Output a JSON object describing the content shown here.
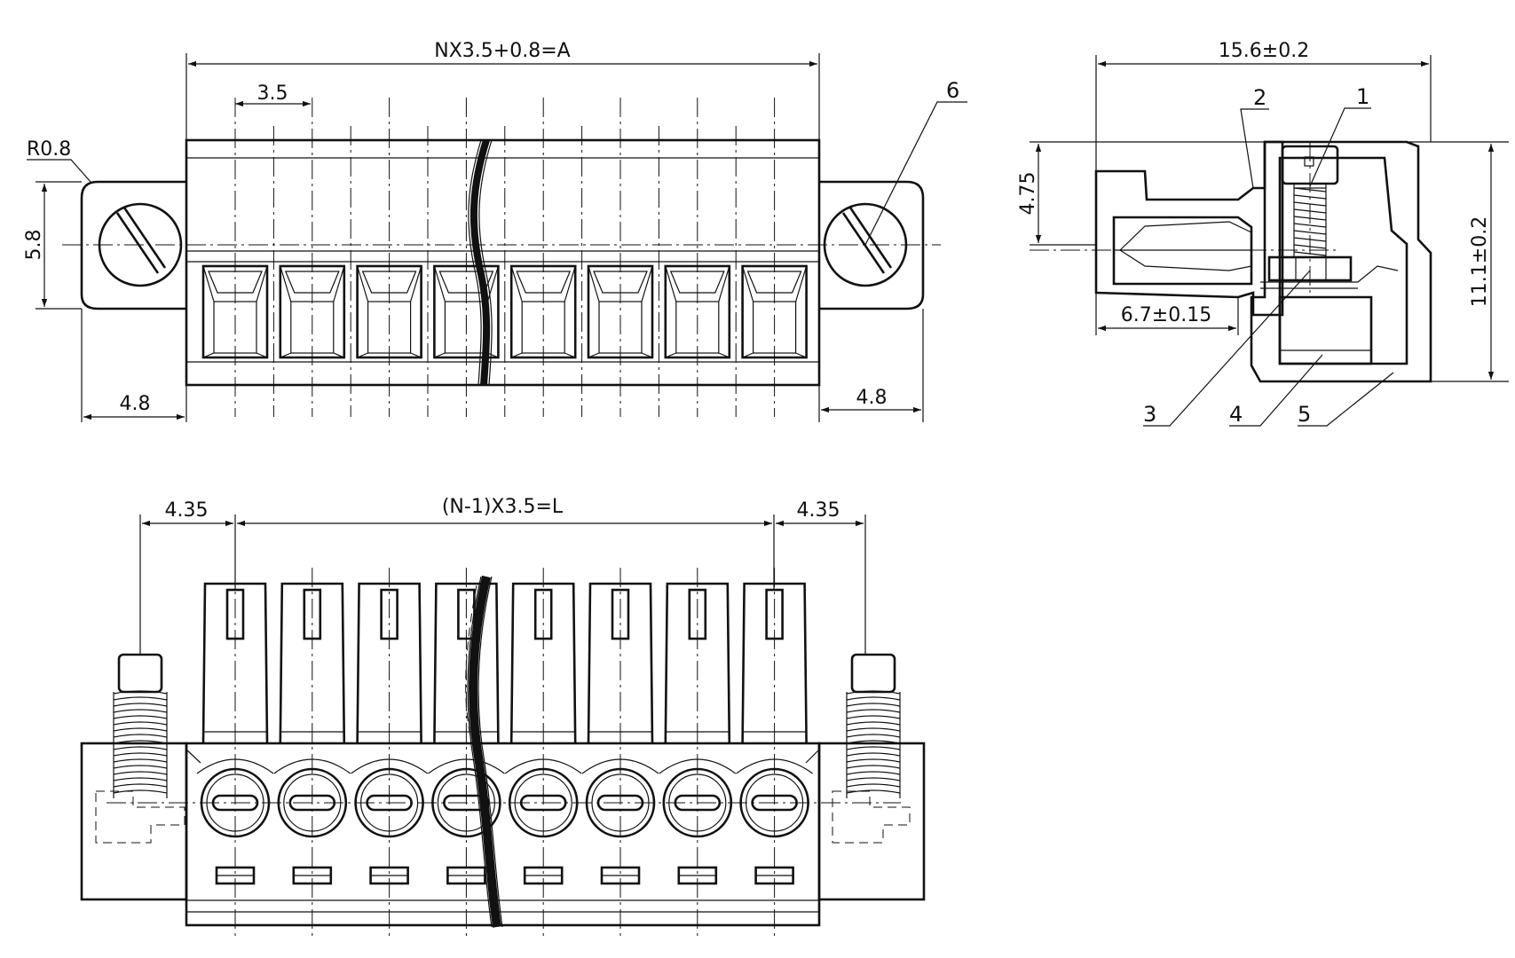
{
  "title": "Pluggable terminal block connector drawing",
  "front_view": {
    "dim_overall": "NX3.5+0.8=A",
    "dim_pitch": "3.5",
    "dim_radius": "R0.8",
    "dim_flange_height": "5.8",
    "dim_flange_left": "4.8",
    "dim_flange_right": "4.8",
    "callout_6": "6"
  },
  "side_view": {
    "dim_width": "15.6±0.2",
    "dim_height": "11.1±0.2",
    "dim_pin_height": "4.75",
    "dim_pin_depth": "6.7±0.15",
    "callout_1": "1",
    "callout_2": "2",
    "callout_3": "3",
    "callout_4": "4",
    "callout_5": "5"
  },
  "top_view": {
    "dim_span": "(N-1)X3.5=L",
    "dim_end_left": "4.35",
    "dim_end_right": "4.35"
  },
  "pole_count_shown": 8,
  "colors": {
    "line": "#111111",
    "background": "#ffffff"
  }
}
